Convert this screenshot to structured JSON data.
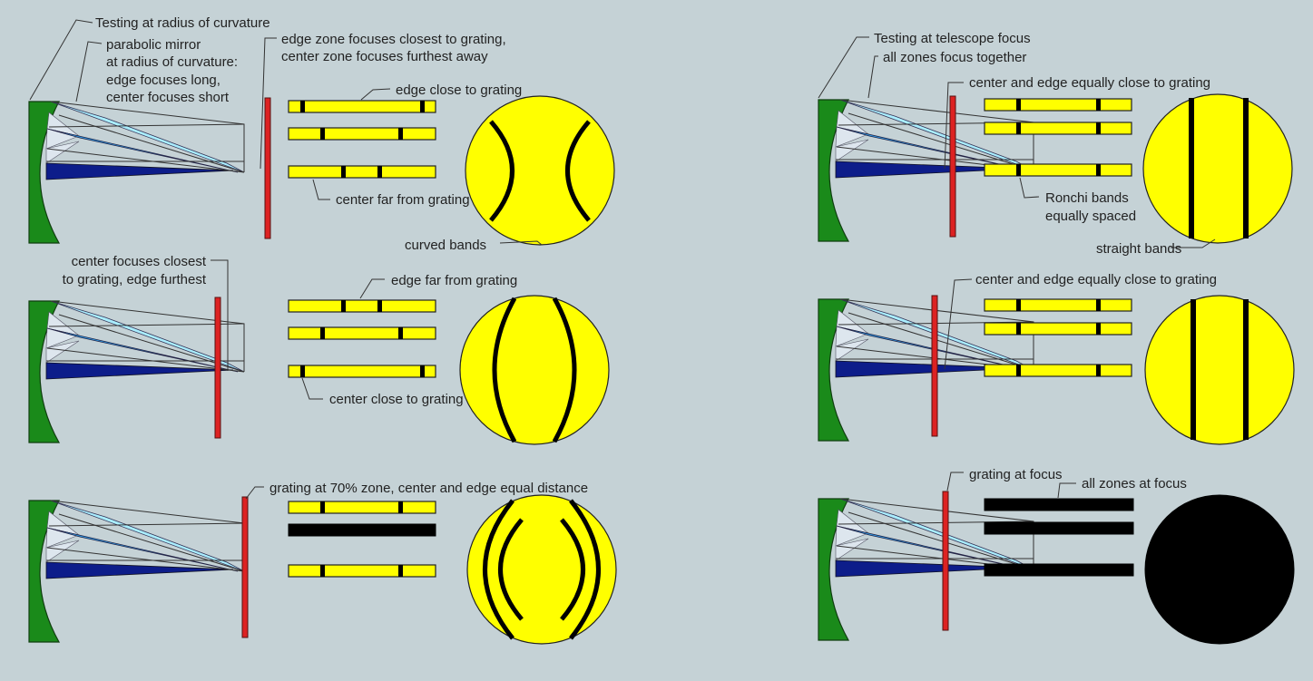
{
  "colors": {
    "background": "#c5d2d6",
    "mirror": "#1a8a1a",
    "grating": "#dd2222",
    "bands_yellow": "#ffff00",
    "edge_zone": "#aaeeff",
    "mid_zone": "#2e9ce8",
    "center_zone": "#0d1d8a"
  },
  "labels": {
    "roc_title": "Testing at radius of curvature",
    "parabolic_1": "parabolic mirror",
    "parabolic_2": "at radius of curvature:",
    "parabolic_3": "edge focuses long,",
    "parabolic_4": "center focuses short",
    "edge_zone_1": "edge zone focuses closest to grating,",
    "edge_zone_2": "center zone focuses furthest away",
    "edge_close": "edge close to grating",
    "center_far": "center far from grating",
    "curved_bands": "curved bands",
    "center_focuses_1": "center focuses closest",
    "center_focuses_2": "to grating, edge furthest",
    "edge_far": "edge far from grating",
    "center_close": "center close to grating",
    "grating_70": "grating at 70% zone, center and edge equal distance",
    "tel_title": "Testing at telescope focus",
    "all_zones_together": "all zones focus together",
    "center_edge_equal_1": "center and edge equally close to grating",
    "ronchi_1": "Ronchi bands",
    "ronchi_2": "equally spaced",
    "straight_bands": "straight bands",
    "center_edge_equal_2": "center and edge equally close to grating",
    "grating_at_focus": "grating at focus",
    "all_zones_at_focus": "all zones at focus"
  }
}
